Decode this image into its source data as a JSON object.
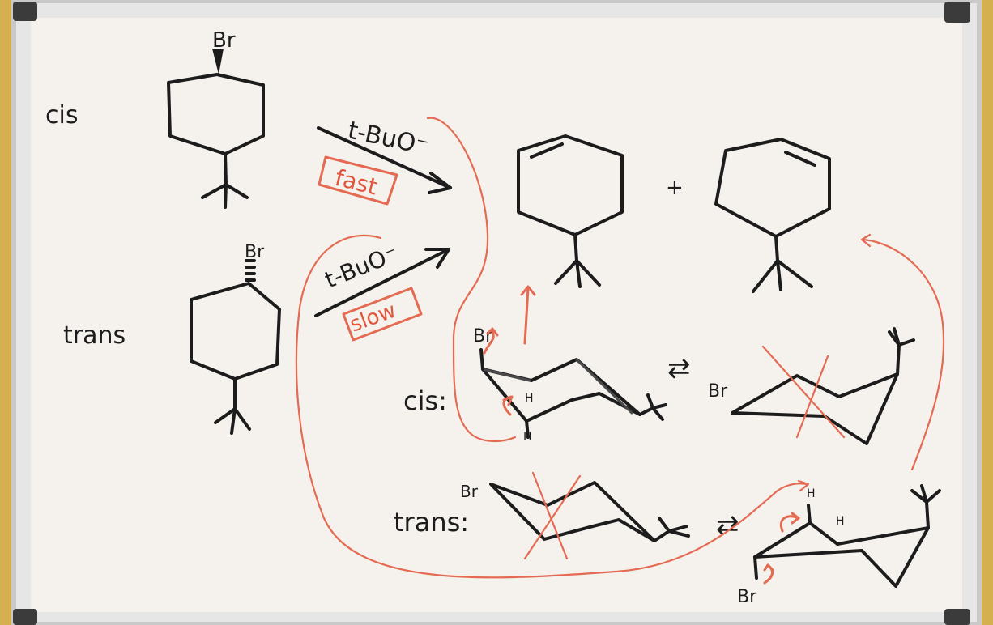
{
  "labels": {
    "row_cis": "cis",
    "row_trans": "trans",
    "br_top_cis": "Br",
    "br_top_trans": "Br",
    "reagent_cis": "t-BuO⁻",
    "rate_cis": "fast",
    "reagent_trans": "t-BuO⁻",
    "rate_trans": "slow",
    "plus": "+",
    "chair_cis_label": "cis:",
    "chair_cis_br": "Br",
    "chair_cis_h1": "H",
    "chair_cis_h2": "H",
    "chair_cis_flip_br": "Br",
    "chair_trans_label": "trans:",
    "chair_trans_br": "Br",
    "chair_trans_flip_h1": "H",
    "chair_trans_flip_h2": "H",
    "chair_trans_flip_br": "Br",
    "equilibrium": "⇄"
  },
  "colors": {
    "board": "#f5f2ee",
    "frame": "#b9b9b9",
    "wall": "#d4b04e",
    "black_ink": "#1c1c1c",
    "red_ink": "#e46a52"
  }
}
